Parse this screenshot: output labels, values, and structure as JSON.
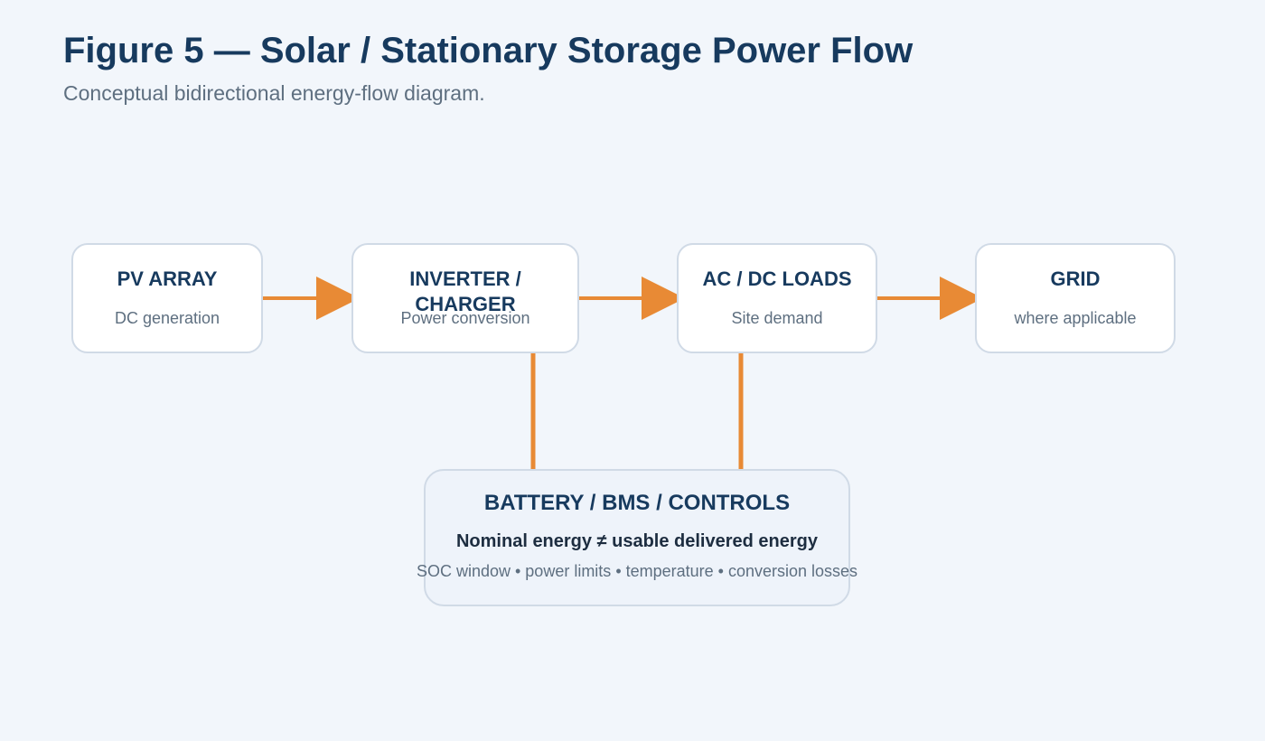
{
  "header": {
    "title": "Figure 5 — Solar / Stationary Storage Power Flow",
    "subtitle": "Conceptual bidirectional energy-flow diagram."
  },
  "nodes": [
    {
      "title": "PV ARRAY",
      "subtitle": "DC generation"
    },
    {
      "title": "INVERTER / CHARGER",
      "subtitle": "Power conversion"
    },
    {
      "title": "AC / DC LOADS",
      "subtitle": "Site demand"
    },
    {
      "title": "GRID",
      "subtitle": "where applicable"
    }
  ],
  "battery": {
    "title": "BATTERY / BMS / CONTROLS",
    "note": "Nominal energy ≠ usable delivered energy",
    "factors": "SOC window • power limits • temperature • conversion losses"
  },
  "colors": {
    "background": "#f2f6fb",
    "flow_arrow": "#e88a35",
    "title_text": "#173a5e",
    "muted_text": "#5e6f80",
    "node_border": "#d0dae6"
  }
}
